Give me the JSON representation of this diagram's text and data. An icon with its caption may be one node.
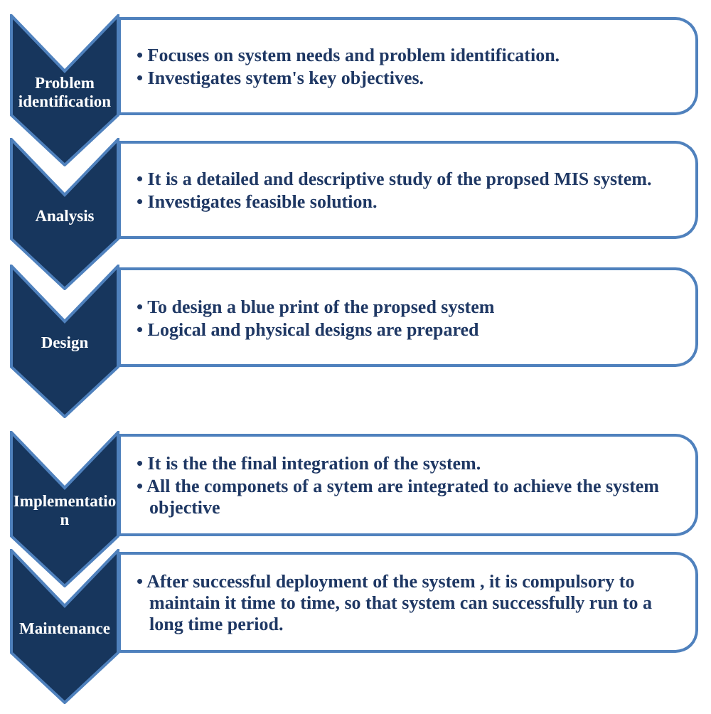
{
  "diagram": {
    "nodes": [
      {
        "text": [
          "Problem identification"
        ]
      },
      {
        "text": [
          "• Focuses on system needs and problem identification.",
          "• Investigates sytem's key objectives."
        ]
      },
      {
        "text": [
          "Analysis"
        ]
      },
      {
        "text": [
          "• It is a detailed and descriptive study of the propsed MIS system.",
          "• Investigates feasible solution."
        ]
      },
      {
        "text": [
          "Design"
        ]
      },
      {
        "text": [
          "• To design a blue print of the propsed system",
          "• Logical and physical designs are prepared"
        ]
      },
      {
        "text": [
          "Implementation"
        ]
      },
      {
        "text": [
          "• It is the the final integration of the system.",
          "• All the componets of a sytem are integrated to achieve the system objective"
        ]
      },
      {
        "text": [
          "Maintenance"
        ]
      },
      {
        "text": [
          "• After successful deployment of the system , it is compulsory to maintain it time to time, so that system can successfully run to a long time period."
        ]
      }
    ]
  }
}
